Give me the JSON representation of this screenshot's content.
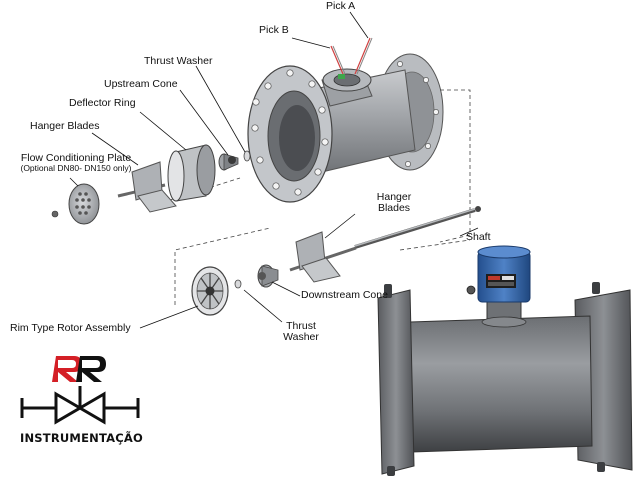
{
  "labels": {
    "pick_a": "Pick A",
    "pick_b": "Pick B",
    "thrust_washer_top": "Thrust Washer",
    "upstream_cone": "Upstream Cone",
    "deflector_ring": "Deflector Ring",
    "hanger_blades_top": "Hanger Blades",
    "flow_conditioning_plate": "Flow Conditioning Plate",
    "flow_conditioning_plate_note": "(Optional DN80- DN150 only)",
    "hanger_blades_right_1": "Hanger",
    "hanger_blades_right_2": "Blades",
    "shaft": "Shaft",
    "downstream_cone": "Downstream Cone",
    "thrust_washer_bottom_1": "Thrust",
    "thrust_washer_bottom_2": "Washer",
    "rim_type_rotor_assembly": "Rim Type Rotor Assembly"
  },
  "logo": {
    "text": "INSTRUMENTAÇÃO",
    "monogram": "RR"
  },
  "colors": {
    "body_gray": "#8a8d91",
    "transmitter_blue": "#3d6fb6",
    "logo_red": "#d41f26",
    "ink": "#111111"
  }
}
